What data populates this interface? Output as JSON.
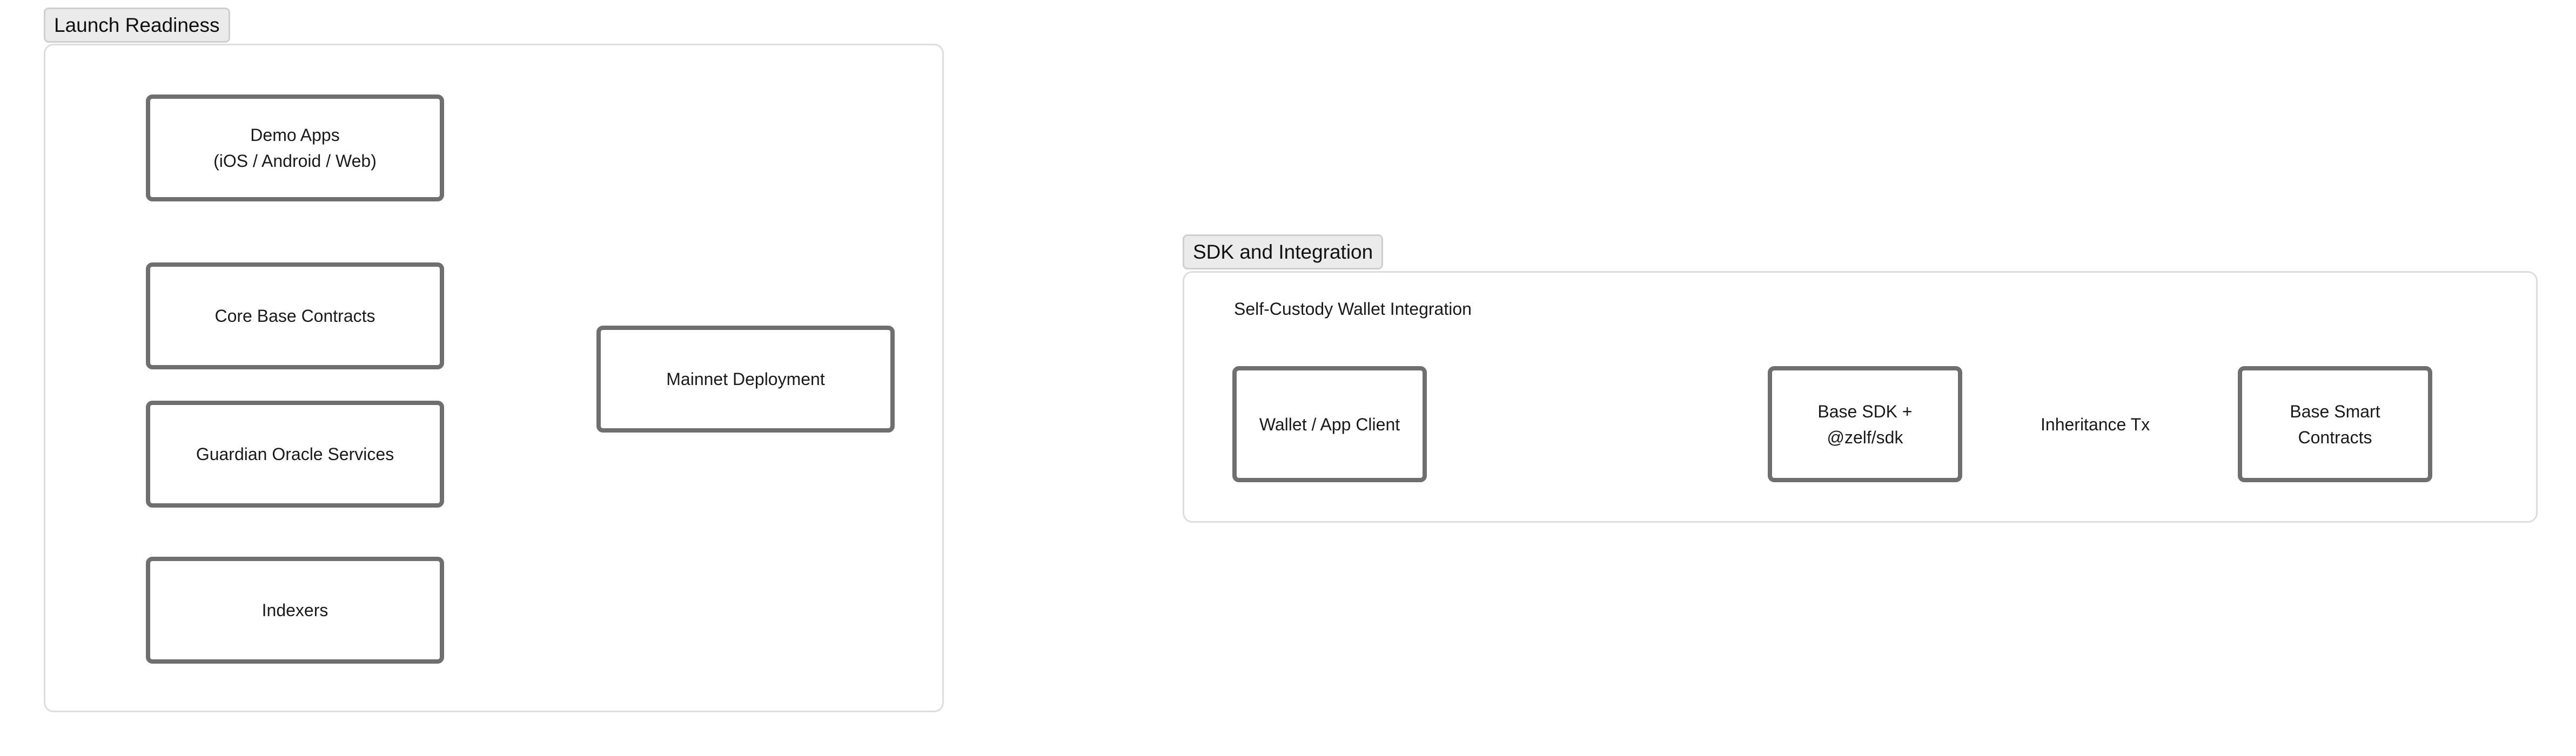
{
  "launch_readiness": {
    "label": "Launch Readiness",
    "nodes": {
      "demo_apps": "Demo Apps\n(iOS / Android / Web)",
      "core_base_contracts": "Core Base Contracts",
      "guardian_oracle_services": "Guardian Oracle Services",
      "indexers": "Indexers",
      "mainnet_deployment": "Mainnet Deployment"
    }
  },
  "sdk_integration": {
    "label": "SDK and Integration",
    "subgroup_title": "Self-Custody Wallet Integration",
    "nodes": {
      "wallet_app_client": "Wallet / App Client",
      "base_sdk": "Base SDK +\n@zelf/sdk",
      "base_smart_contracts": "Base Smart\nContracts"
    },
    "edges": {
      "inheritance_tx": "Inheritance Tx"
    }
  },
  "colors": {
    "node_border": "#6f6f6f",
    "frame_border": "#dddddd",
    "label_background": "#ebebeb"
  }
}
